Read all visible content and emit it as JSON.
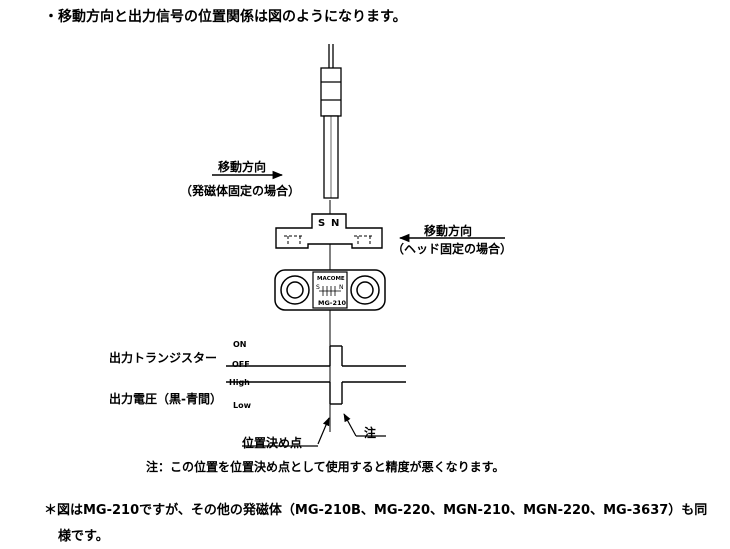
{
  "heading": "・移動方向と出力信号の位置関係は図のようになります。",
  "label_move_left": "移動方向",
  "label_move_left_sub": "（発磁体固定の場合）",
  "label_move_right": "移動方向",
  "label_move_right_sub": "（ヘッド固定の場合）",
  "head_pole_s": "S",
  "head_pole_n": "N",
  "magnet_brand": "MACOME",
  "magnet_pole_s": "S",
  "magnet_pole_n": "N",
  "magnet_model": "MG-210",
  "signal_transistor_label": "出力トランジスター",
  "signal_transistor_on": "ON",
  "signal_transistor_off": "OFF",
  "signal_voltage_label": "出力電圧（黒-青間）",
  "signal_voltage_high": "High",
  "signal_voltage_low": "Low",
  "label_position_point": "位置決め点",
  "label_note_mark": "注",
  "note_text": "注：この位置を位置決め点として使用すると精度が悪くなります。",
  "footnote_line1": "＊図はMG-210ですが、その他の発磁体（MG-210B、MG-220、MGN-210、MGN-220、MG-3637）も同",
  "footnote_line2": "様です。"
}
